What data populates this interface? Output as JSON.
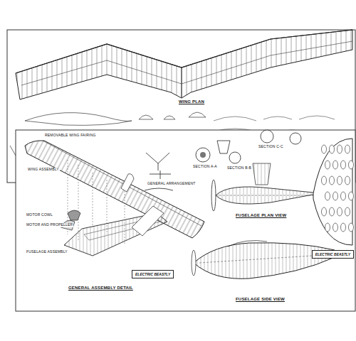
{
  "diagram": {
    "nodes": [
      {
        "text": [
          "ELECTRIC BEASTLY"
        ]
      },
      {
        "text": [
          "ELECTRIC BEASTLY"
        ]
      }
    ],
    "labels": [
      "WING PLAN",
      "GENERAL ASSEMBLY DETAIL",
      "FUSELAGE PLAN VIEW",
      "FUSELAGE SIDE VIEW",
      "REMOVABLE WING FAIRING",
      "WING ASSEMBLY",
      "MOTOR COWL",
      "MOTOR AND PROPELLER",
      "FUSELAGE ASSEMBLY",
      "GENERAL ARRANGEMENT",
      "SECTION A-A",
      "SECTION B-B",
      "SECTION C-C"
    ]
  }
}
